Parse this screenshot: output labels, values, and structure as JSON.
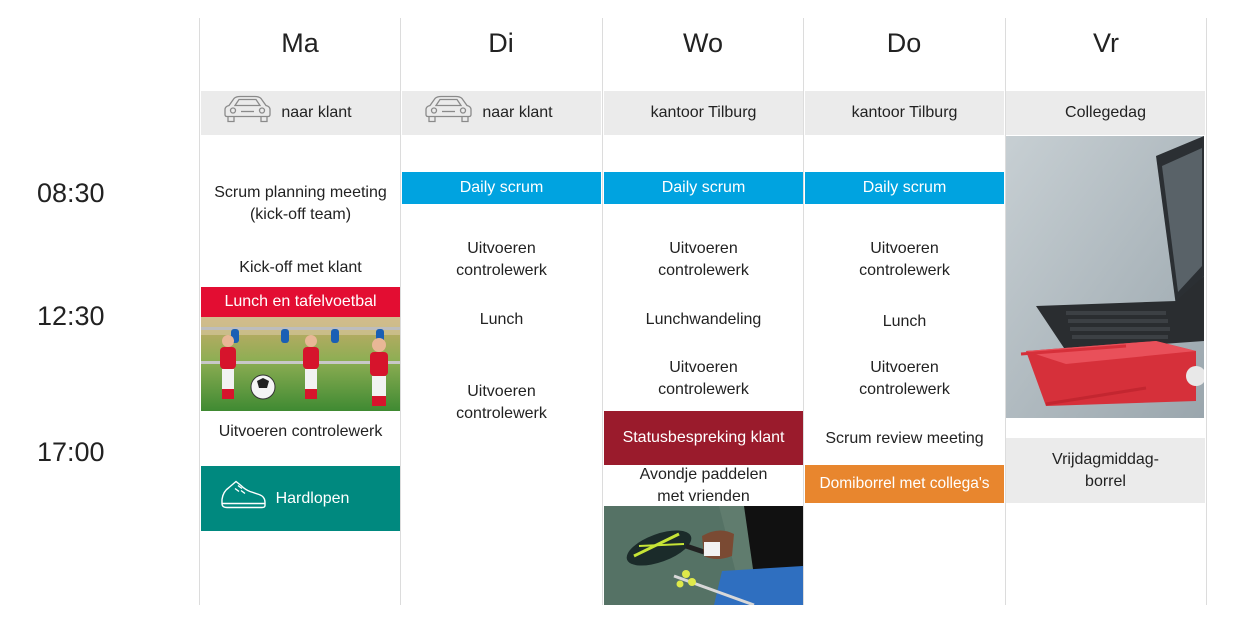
{
  "days": [
    "Ma",
    "Di",
    "Wo",
    "Do",
    "Vr"
  ],
  "times": [
    "08:30",
    "12:30",
    "17:00"
  ],
  "monday": {
    "travel": "naar klant",
    "scrum_planning": "Scrum planning meeting (kick-off team)",
    "kickoff": "Kick-off met klant",
    "lunch": "Lunch en tafelvoetbal",
    "work": "Uitvoeren controlewerk",
    "run": "Hardlopen"
  },
  "tuesday": {
    "travel": "naar klant",
    "daily": "Daily scrum",
    "work1": "Uitvoeren controlewerk",
    "lunch": "Lunch",
    "work2": "Uitvoeren controlewerk"
  },
  "wednesday": {
    "office": "kantoor Tilburg",
    "daily": "Daily scrum",
    "work1": "Uitvoeren controlewerk",
    "lunch": "Lunchwandeling",
    "work2": "Uitvoeren controlewerk",
    "status": "Statusbespreking klant",
    "evening": "Avondje paddelen met vrienden"
  },
  "thursday": {
    "office": "kantoor Tilburg",
    "daily": "Daily scrum",
    "work1": "Uitvoeren controlewerk",
    "lunch": "Lunch",
    "work2": "Uitvoeren controlewerk",
    "review": "Scrum review meeting",
    "drinks": "Domiborrel met collega's"
  },
  "friday": {
    "college": "Collegedag",
    "drinks": "Vrijdagmiddag-borrel"
  },
  "colors": {
    "grey": "#ebebeb",
    "blue": "#00a3e0",
    "red": "#e30d32",
    "maroon": "#9a1b2c",
    "teal": "#00897f",
    "orange": "#e8862e"
  },
  "icons": [
    "car-icon",
    "running-shoe-icon"
  ]
}
